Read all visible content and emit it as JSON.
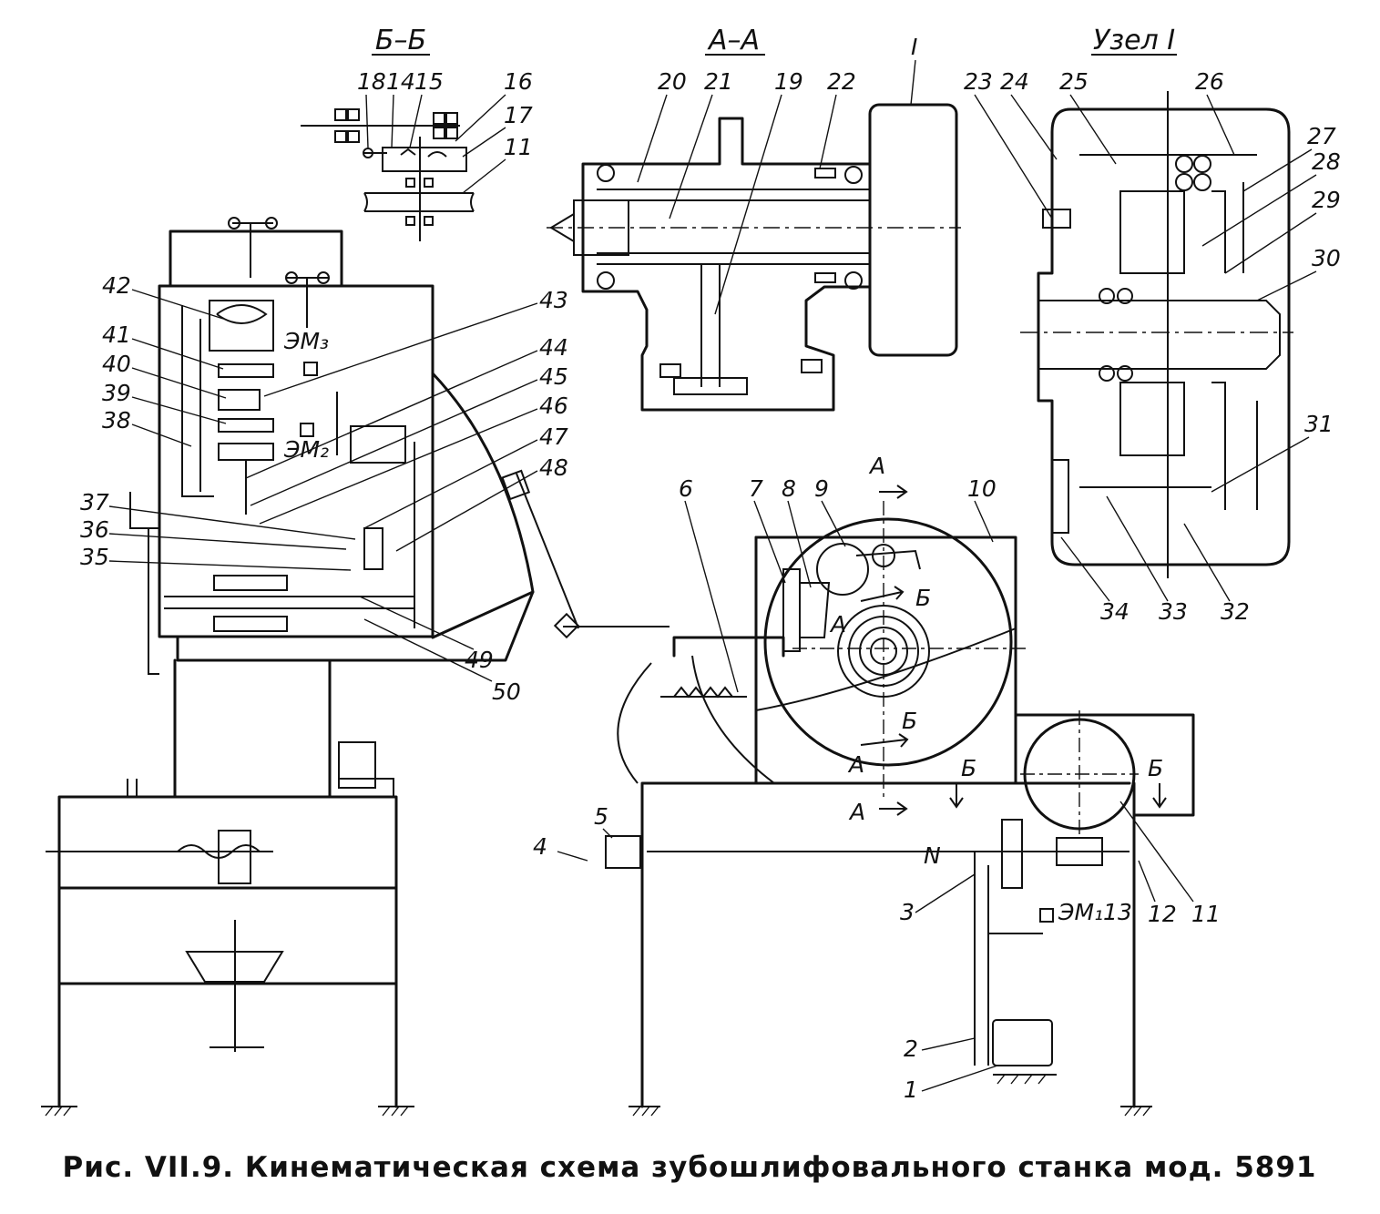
{
  "sections": {
    "bb": "Б–Б",
    "aa": "А–А",
    "node": "Узел I"
  },
  "labels": {
    "n1": "1",
    "n2": "2",
    "n3": "3",
    "n4": "4",
    "n5": "5",
    "n6": "6",
    "n7": "7",
    "n8": "8",
    "n9": "9",
    "n10": "10",
    "n11a": "11",
    "n11b": "11",
    "n12": "12",
    "n13": "ЭМ₁13",
    "n14": "14",
    "n15": "15",
    "n16": "16",
    "n17": "17",
    "n18": "18",
    "n19": "19",
    "n20": "20",
    "n21": "21",
    "n22": "22",
    "n23": "23",
    "n24": "24",
    "n25": "25",
    "n26": "26",
    "n27": "27",
    "n28": "28",
    "n29": "29",
    "n30": "30",
    "n31": "31",
    "n32": "32",
    "n33": "33",
    "n34": "34",
    "n35": "35",
    "n36": "36",
    "n37": "37",
    "n38": "38",
    "n39": "39",
    "n40": "40",
    "n41": "41",
    "n42": "42",
    "n43": "43",
    "n44": "44",
    "n45": "45",
    "n46": "46",
    "n47": "47",
    "n48": "48",
    "n49": "49",
    "n50": "50",
    "romanI": "I",
    "em2": "ЭМ₂",
    "em3": "ЭМ₃",
    "cutA1": "А",
    "cutA2": "А",
    "cutB1": "Б",
    "cutB2": "Б",
    "arrA1": "А",
    "arrA2": "А",
    "arrB1": "Б",
    "arrB2": "Б",
    "north": "N"
  },
  "caption": "Рис. VII.9. Кинематическая схема зубошлифовального станка мод. 5891"
}
